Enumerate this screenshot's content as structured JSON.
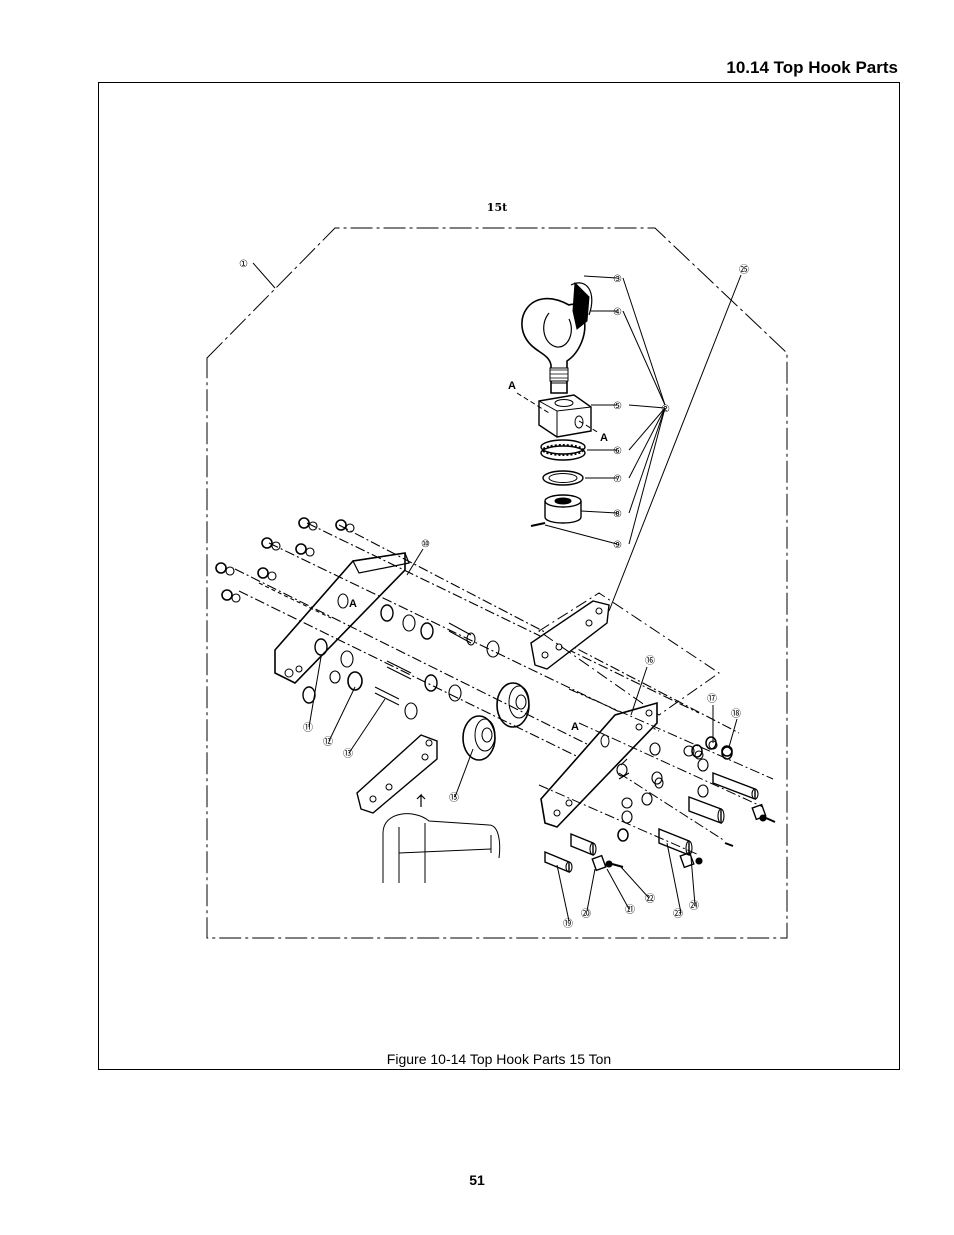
{
  "header": {
    "section_title": "10.14 Top Hook Parts"
  },
  "figure": {
    "variant_label": "15t",
    "section_marker": "A",
    "callouts": [
      "①",
      "②",
      "③",
      "④",
      "⑤",
      "⑥",
      "⑦",
      "⑧",
      "⑨",
      "⑩",
      "⑪",
      "⑫",
      "⑬",
      "⑮",
      "⑯",
      "⑰",
      "⑱",
      "⑲",
      "⑳",
      "㉑",
      "㉒",
      "㉓",
      "㉔",
      "㉕"
    ],
    "caption": "Figure 10-14 Top Hook Parts 15 Ton"
  },
  "footer": {
    "page_number": "51"
  }
}
